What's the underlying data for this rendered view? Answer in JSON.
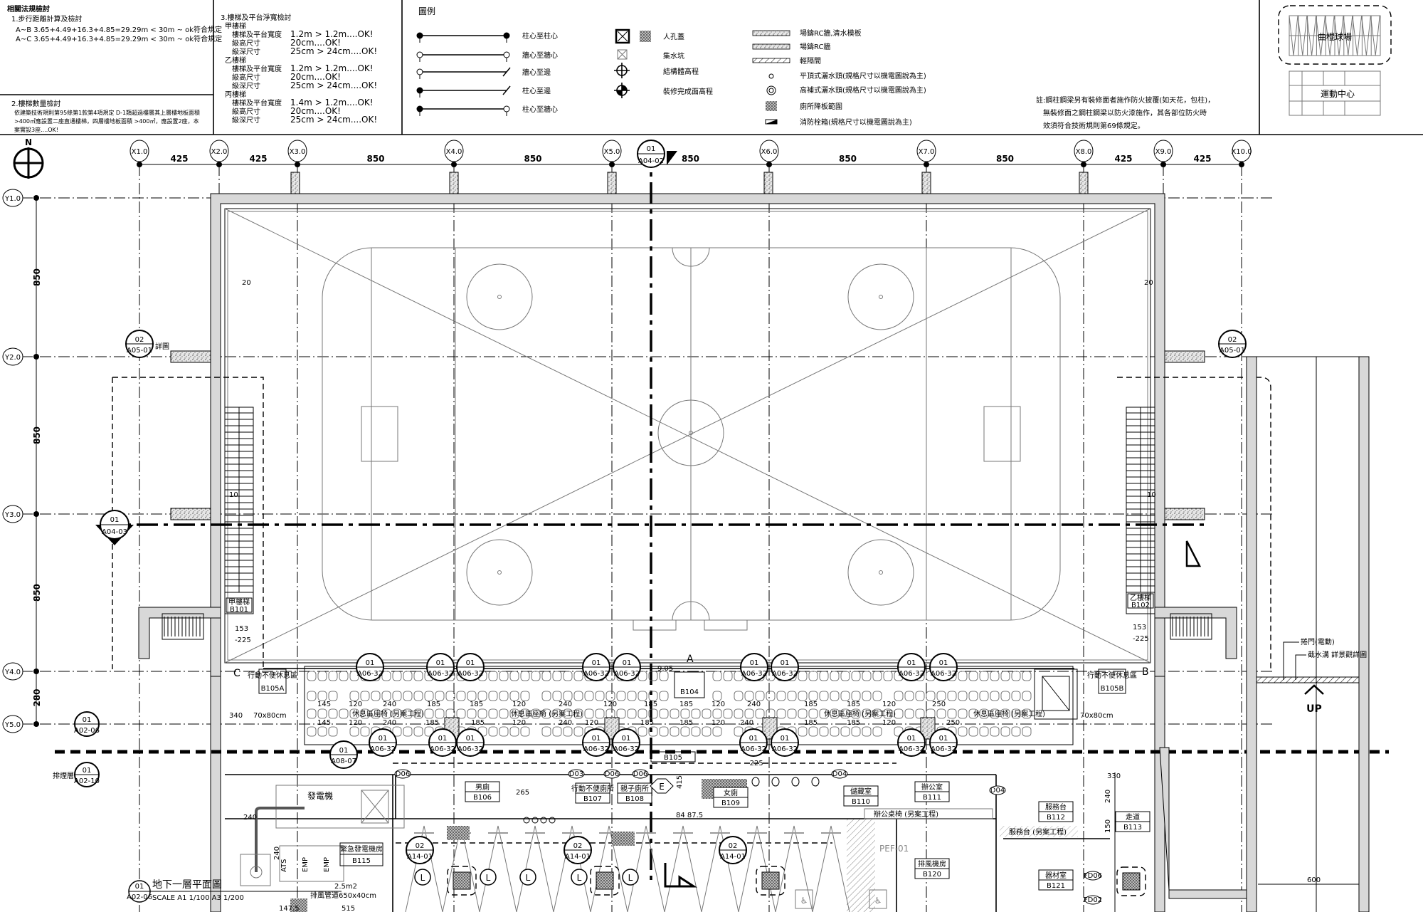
{
  "header": {
    "code_check": {
      "title": "相關法規檢討",
      "s1_title": "1.步行距離計算及檢討",
      "s1_lines": [
        "A~B  3.65+4.49+16.3+4.85=29.29m  <  30m  ~  ok符合規定",
        "A~C  3.65+4.49+16.3+4.85=29.29m  <  30m  ~  ok符合規定"
      ],
      "s2_title": "2.樓梯數量檢討",
      "s2_lines": [
        "依建築技術規則第95條第1款第4項規定 D-1類超過樓層其上層樓地板面積",
        ">400㎡應設置二座直通樓梯，四層樓地板面積 >400㎡，應設置2座，本",
        "案實設3座....OK!"
      ],
      "s3_title": "3.樓梯及平台淨寬檢討",
      "stairs": [
        {
          "name": "甲樓梯",
          "rows": [
            [
              "樓梯及平台寬度",
              "1.2m  >  1.2m....OK!"
            ],
            [
              "級高尺寸",
              "20cm....OK!"
            ],
            [
              "級深尺寸",
              "25cm  >  24cm....OK!"
            ]
          ]
        },
        {
          "name": "乙樓梯",
          "rows": [
            [
              "樓梯及平台寬度",
              "1.2m  >  1.2m....OK!"
            ],
            [
              "級高尺寸",
              "20cm....OK!"
            ],
            [
              "級深尺寸",
              "25cm  >  24cm....OK!"
            ]
          ]
        },
        {
          "name": "丙樓梯",
          "rows": [
            [
              "樓梯及平台寬度",
              "1.4m  >  1.2m....OK!"
            ],
            [
              "級高尺寸",
              "20cm....OK!"
            ],
            [
              "級深尺寸",
              "25cm  >  24cm....OK!"
            ]
          ]
        }
      ]
    },
    "legend": {
      "title": "圖例",
      "dims": [
        "柱心至柱心",
        "牆心至牆心",
        "牆心至邊",
        "柱心至邊",
        "柱心至牆心"
      ],
      "symbols": [
        "人孔蓋",
        "集水坑",
        "結構體高程",
        "裝修完成面高程"
      ],
      "materials": [
        "場鑄RC牆,清水模板",
        "場鑄RC牆",
        "輕隔間",
        "平頂式灑水頭(規格尺寸以機電圖說為主)",
        "高補式灑水頭(規格尺寸以機電圖說為主)",
        "廁所降板範圍",
        "消防栓箱(規格尺寸以機電圖說為主)"
      ]
    },
    "note": [
      "註:鋼柱鋼梁另有裝修面者施作防火披覆(如天花，包柱)，",
      "無裝修面之鋼柱鋼梁以防火漆施作，其各部位防火時",
      "效須符合技術規則第69條規定。"
    ],
    "key_plan": {
      "upper": "曲棍球場",
      "lower": "運動中心"
    }
  },
  "grid": {
    "x_labels": [
      "X1.0",
      "X2.0",
      "X3.0",
      "X4.0",
      "X5.0",
      "X6.0",
      "X7.0",
      "X8.0",
      "X9.0",
      "X10.0"
    ],
    "x_dims": [
      "425",
      "425",
      "850",
      "850",
      "850",
      "850",
      "850",
      "425",
      "425"
    ],
    "y_labels": [
      "Y1.0",
      "Y2.0",
      "Y3.0",
      "Y4.0",
      "Y5.0"
    ],
    "y_dims": [
      "850",
      "850",
      "850",
      "280"
    ],
    "north": "N"
  },
  "callouts": {
    "section_top": {
      "num": "01",
      "ref": "A04-02"
    },
    "section_left": {
      "num": "01",
      "ref": "A04-03"
    },
    "detail_left": {
      "num": "02",
      "ref": "A05-01",
      "note": "詳圖"
    },
    "detail_right": {
      "num": "02",
      "ref": "A05-01"
    },
    "left_y5": {
      "num": "01",
      "ref": "A02-06"
    },
    "left_ramp": {
      "num": "01",
      "ref": "A02-10",
      "note": "排煙層"
    },
    "seat": {
      "num": "01",
      "ref": "A06-32"
    },
    "stair_detail": {
      "num": "01",
      "ref": "A08-07"
    },
    "parking": {
      "num": "02",
      "ref": "A14-01"
    }
  },
  "rooms": {
    "stair_a": {
      "name": "甲樓梯",
      "code": "B101"
    },
    "stair_b": {
      "name": "乙樓梯",
      "code": "B102"
    },
    "rest_a": {
      "name": "行動不便休息區",
      "code": "B105A"
    },
    "rest_b": {
      "name": "行動不便休息區",
      "code": "B105B"
    },
    "b104": {
      "name": "?",
      "code": "B104"
    },
    "b106": {
      "name": "男廁",
      "code": "B106"
    },
    "b107": {
      "name": "行動不便廁所",
      "code": "B107"
    },
    "b108": {
      "name": "親子廁所",
      "code": "B108"
    },
    "b109": {
      "name": "女廁",
      "code": "B109"
    },
    "b110": {
      "name": "儲藏室",
      "code": "B110"
    },
    "b111": {
      "name": "辦公室",
      "code": "B111"
    },
    "b112": {
      "name": "服務台",
      "code": "B112"
    },
    "b113": {
      "name": "走道",
      "code": "B113"
    },
    "b115": {
      "name": "緊急發電機房",
      "code": "B115"
    },
    "b120": {
      "name": "排風機房",
      "code": "B120"
    },
    "b121": {
      "name": "器材室",
      "code": "B121"
    },
    "generator": "發電機",
    "ats": "ATS",
    "emp": "EMP",
    "corridor": "B105",
    "office_counter": "辦公桌椅 (另案工程)",
    "service_counter": "服務台 (另案工程)"
  },
  "annotations": {
    "elev_left": "-225",
    "elev_right": "-225",
    "elev_mid": "-225",
    "dim_153": "153",
    "dim_159": "153",
    "dim_340": "340",
    "shaft": "70x80cm",
    "point_a": "A",
    "point_b": "B",
    "point_c": "C",
    "seat_dims": [
      "145",
      "120",
      "240",
      "185",
      "185",
      "120",
      "240",
      "120",
      "185",
      "185",
      "120",
      "240",
      "185",
      "185",
      "120",
      "250"
    ],
    "seat_note": "休息區座椅 (另案工程)",
    "dim_905": "9.05",
    "area": "2.5m2",
    "duct": "排風管道650x40cm",
    "dim_240a": "240",
    "dim_240b": "240",
    "dim_147": "147.5",
    "dim_515": "515",
    "dim_265": "265",
    "dim_330": "330",
    "dim_240c": "240",
    "dim_150": "150",
    "dim_600": "600",
    "dim_20a": "20",
    "dim_20b": "20",
    "dim_10a": "10",
    "dim_10b": "10",
    "dim_84": "84  87.5",
    "dim_415": "415",
    "door_tags": [
      "D06",
      "D03",
      "D06",
      "D06",
      "D04",
      "D04",
      "FD06",
      "FD02"
    ],
    "elevator_tag": "E",
    "parking_tag": "L",
    "pef": "PEF-01",
    "shutter": "捲門(電動)",
    "trench": "截水溝  詳景觀詳圖",
    "up": "UP"
  },
  "title_block": {
    "num": "01",
    "ref": "A02-06",
    "title": "地下一層平面圖",
    "scale": "SCALE  A1 1/100   A3 1/200"
  }
}
